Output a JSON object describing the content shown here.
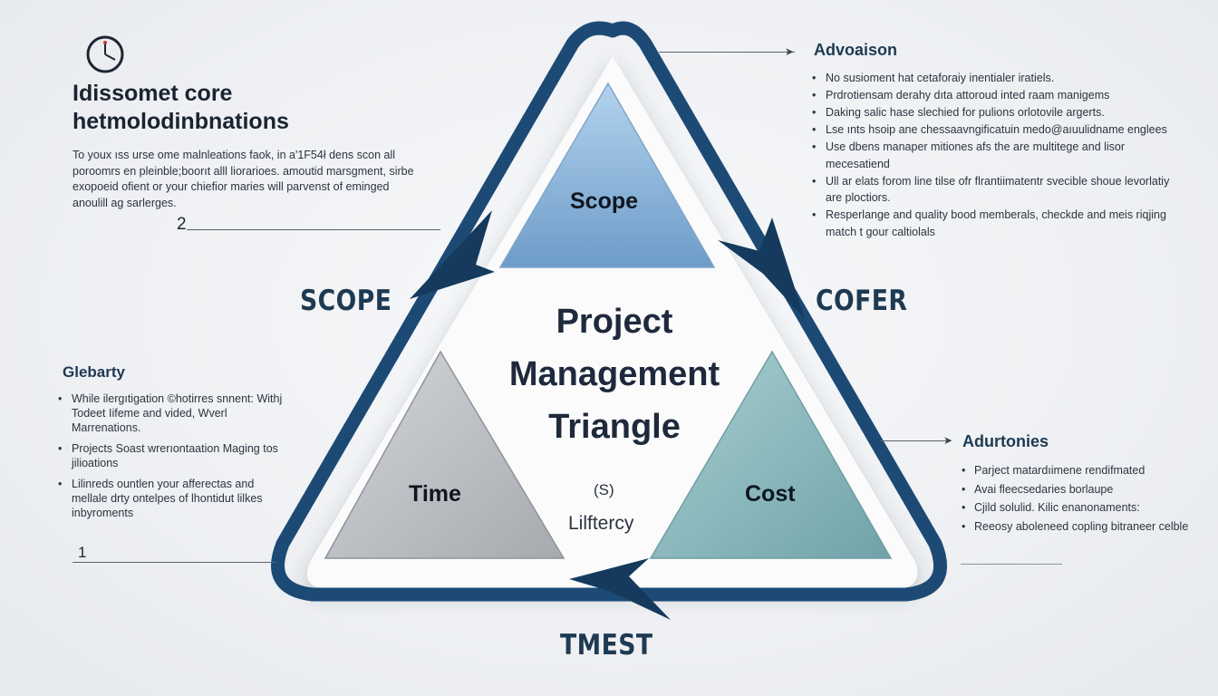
{
  "colors": {
    "frame": "#1c4a75",
    "frame_dark": "#153a5e",
    "scope_fill": "#8fb8dc",
    "time_fill": "#b9bcc0",
    "cost_fill": "#8fbcc0",
    "label_text": "#1e3a52"
  },
  "icons": {
    "top_left": "clock-icon",
    "arrowheads": "arrow-right-icon"
  },
  "left_top": {
    "heading": "Idissomet core\nhetmolodinbnations",
    "paragraph": "To youx ıss urse ome malnleations faok, in a'1F54ł dens scon all poroomrs en pleinble;boorıt alll liorarioes. amoutid marsgment, sirbe exopoeid ofient or your chiefior maries will parvenst of eminged anoulill ag sarlerges.",
    "number": "2"
  },
  "side_labels": {
    "left": "SCOPE",
    "right": "COFER",
    "bottom": "TMEST"
  },
  "left_bottom": {
    "title": "Glebarty",
    "items": [
      "While ilergıtigation ©hotirres snnent: Withj Todeet Iifeme and vided, Wverl Marrenations.",
      "Projects Soast wrerıontaation Maging tos jilioations",
      "Lilinreds ountlen your afferectas and mellale drty ontelpes of lhontidut lilkes inbyroments"
    ],
    "number": "1"
  },
  "right_top": {
    "title": "Advoaison",
    "items": [
      "No susioment hat cetaforaiy inentialer iratiels.",
      "Prdrotiensam derahy dıta attoroud inted raam manigems",
      "Daking salic hase slechied for pulions orlotovile argerts.",
      "Lse ınts hsoip ane chessaavngificatuin medo@aıuulidname englees",
      "Use dbens manaper mitiones afs the are multitege and lisor mecesatiend",
      "Ull ar elats forom line tilse ofr flrantiimatentr svecible shoue levorlatiy are ploctiors.",
      "Resperlange and quality bood memberals, checkde and meis riqjing match t gour caltiolals"
    ]
  },
  "right_bottom": {
    "title": "Adurtonies",
    "items": [
      "Parject matardıimene rendifmated",
      "Avai fleecsedaries borlaupe",
      "Cjild solulid. Kilic enanonaments:",
      "Reeosy aboleneed copling bitraneer celble"
    ]
  },
  "center": {
    "title": "Project\nManagement\nTriangle",
    "subtitle_symbol": "(S)",
    "subtitle": "Lilftercy"
  },
  "triangles": {
    "top": "Scope",
    "left": "Time",
    "right": "Cost"
  }
}
